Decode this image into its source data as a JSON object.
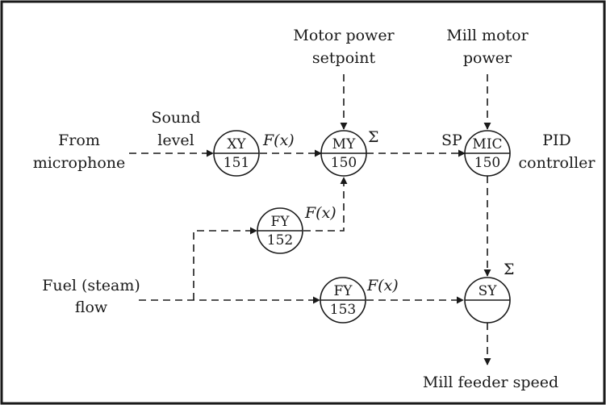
{
  "inputs": {
    "microphone_line1": "From",
    "microphone_line2": "microphone",
    "sound_line1": "Sound",
    "sound_line2": "level",
    "motor_setpoint_line1": "Motor power",
    "motor_setpoint_line2": "setpoint",
    "mill_motor_line1": "Mill motor",
    "mill_motor_line2": "power",
    "fuel_line1": "Fuel (steam)",
    "fuel_line2": "flow"
  },
  "outputs": {
    "feeder_speed": "Mill feeder speed"
  },
  "instruments": {
    "xy151": {
      "tag": "XY",
      "number": "151",
      "function": "F(x)"
    },
    "my150": {
      "tag": "MY",
      "number": "150",
      "function": "Σ"
    },
    "mic150": {
      "tag": "MIC",
      "number": "150",
      "sp_label": "SP",
      "desc_line1": "PID",
      "desc_line2": "controller"
    },
    "fy152": {
      "tag": "FY",
      "number": "152",
      "function": "F(x)"
    },
    "fy153": {
      "tag": "FY",
      "number": "153",
      "function": "F(x)"
    },
    "sy": {
      "tag": "SY",
      "function": "Σ"
    }
  },
  "colors": {
    "line": "#1a1a1a",
    "background": "#ffffff",
    "frame": "#1a1a1a"
  }
}
